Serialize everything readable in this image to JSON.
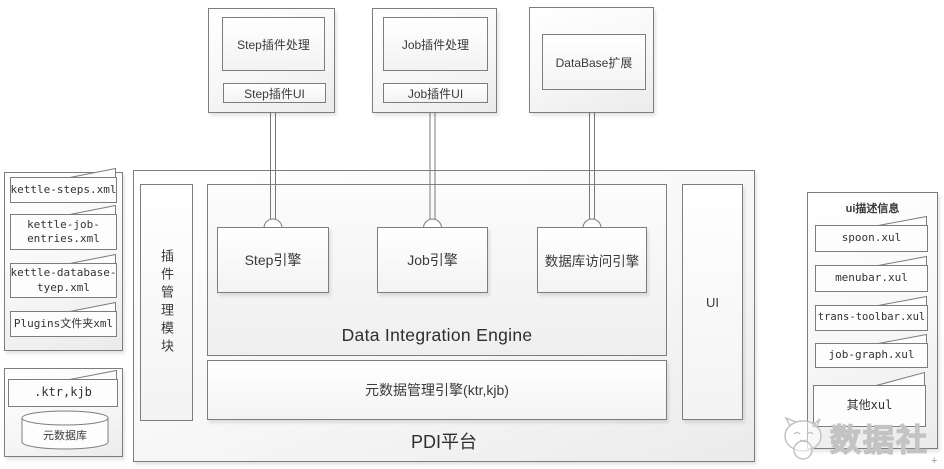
{
  "colors": {
    "border": "#7d7d7d",
    "text": "#3a3a3a",
    "fill": "#f2f2f2",
    "watermark": "#c3c3c3"
  },
  "top_plugins": {
    "step": {
      "title": "Step插件处理",
      "ui": "Step插件UI"
    },
    "job": {
      "title": "Job插件处理",
      "ui": "Job插件UI"
    },
    "database": {
      "title": "DataBase扩展"
    }
  },
  "left_xml_panel": {
    "files": [
      "kettle-steps.xml",
      "kettle-job-\nentries.xml",
      "kettle-database-\ntyep.xml",
      "Plugins文件夹xml"
    ]
  },
  "left_meta_panel": {
    "file": ".ktr,kjb",
    "database_label": "元数据库"
  },
  "pdi_platform": {
    "label": "PDI平台",
    "plugin_module_label": "插件管理模块",
    "integration_engine": {
      "label": "Data Integration Engine",
      "engines": [
        "Step引擎",
        "Job引擎",
        "数据库访问引擎"
      ]
    },
    "metadata_engine_label": "元数据管理引擎(ktr,kjb)",
    "ui_label": "UI"
  },
  "right_xul_panel": {
    "title": "ui描述信息",
    "files": [
      "spoon.xul",
      "menubar.xul",
      "trans-toolbar.xul",
      "job-graph.xul",
      "其他xul"
    ]
  },
  "watermark_text": "数据社",
  "cursor_glyph": "+"
}
